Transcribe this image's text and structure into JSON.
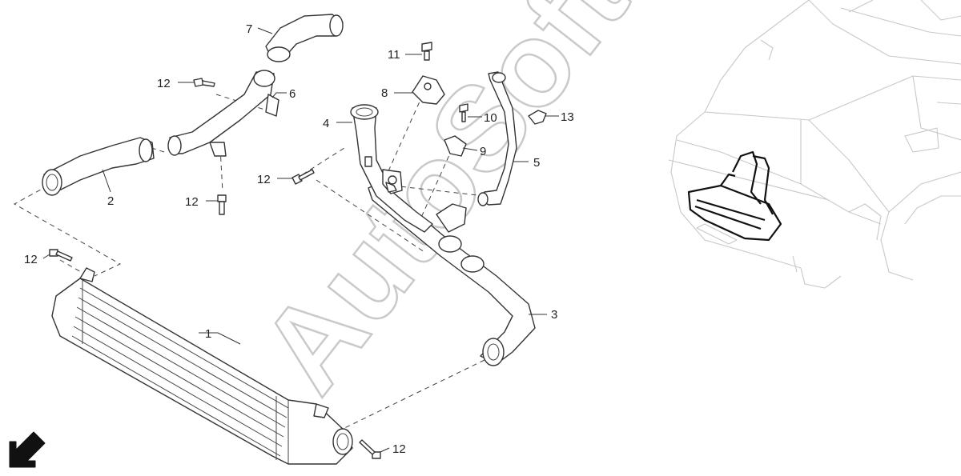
{
  "watermark": {
    "text": "AutoSoft"
  },
  "callouts": {
    "c1": "1",
    "c2": "2",
    "c3": "3",
    "c4": "4",
    "c5": "5",
    "c6": "6",
    "c7": "7",
    "c8": "8",
    "c9": "9",
    "c10": "10",
    "c11": "11",
    "c12a": "12",
    "c12b": "12",
    "c12c": "12",
    "c12d": "12",
    "c12e": "12",
    "c13": "13"
  },
  "colors": {
    "line": "#333333",
    "car_outline": "#c8c8c8",
    "watermark_outline": "#c9c9c9",
    "background": "#ffffff"
  },
  "icons": {
    "orientation_arrow": "arrow-down-left-icon"
  }
}
